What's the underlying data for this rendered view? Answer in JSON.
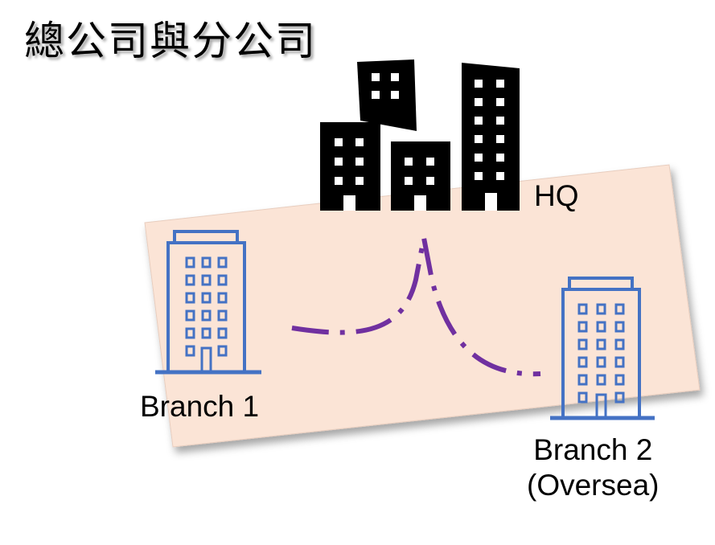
{
  "title": "總公司與分公司",
  "nodes": {
    "hq": {
      "label": "HQ",
      "icon": "city-buildings-icon"
    },
    "branch1": {
      "label": "Branch 1",
      "icon": "office-building-icon"
    },
    "branch2": {
      "line1": "Branch 2",
      "line2": "(Oversea)",
      "icon": "office-building-icon"
    }
  },
  "colors": {
    "region_fill": "#FBE4D6",
    "hq_icon": "#000000",
    "branch_icon": "#4472C4",
    "connector": "#7030A0"
  }
}
